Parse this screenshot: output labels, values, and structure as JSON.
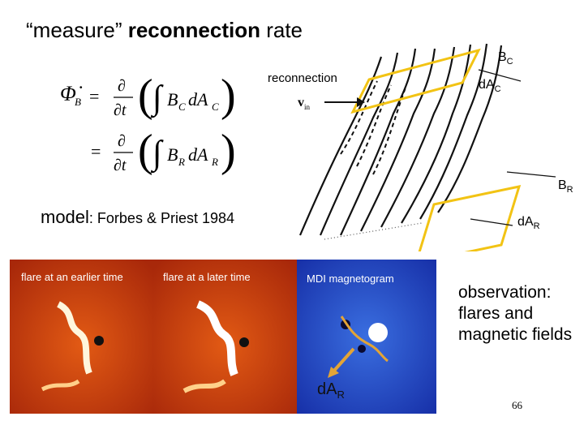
{
  "title": {
    "quote_word": "“measure”",
    "bold_word": "reconnection",
    "rest": "rate"
  },
  "equation": {
    "lhs": "Φ̇",
    "lhs_sub": "B",
    "partial_num": "∂",
    "partial_den": "∂t",
    "integral": "∫",
    "term1_B": "B",
    "term1_B_sub": "C",
    "term1_dA": "dA",
    "term1_dA_sub": "C",
    "term2_B": "B",
    "term2_B_sub": "R",
    "term2_dA": "dA",
    "term2_dA_sub": "R"
  },
  "diagram": {
    "reconnection_label": "reconnection",
    "vin": "v",
    "vin_sub": "in",
    "bc": "B",
    "bc_sub": "C",
    "dac": "dA",
    "dac_sub": "C",
    "br": "B",
    "br_sub": "R",
    "dar": "dA",
    "dar_sub": "R",
    "colors": {
      "field_lines": "#111111",
      "parallelogram": "#f2c314"
    }
  },
  "model": {
    "prefix": "model",
    "citation": ": Forbes & Priest 1984"
  },
  "panels": [
    {
      "label": "flare at an earlier time",
      "color": "#c6390c"
    },
    {
      "label": "flare at a later time",
      "color": "#c6390c"
    },
    {
      "label": "MDI magnetogram",
      "color": "#1c3fc4"
    }
  ],
  "magnetogram_annotation": {
    "dar": "dA",
    "dar_sub": "R"
  },
  "observation": {
    "text": "observation: flares and magnetic fields"
  },
  "page_number": "66"
}
